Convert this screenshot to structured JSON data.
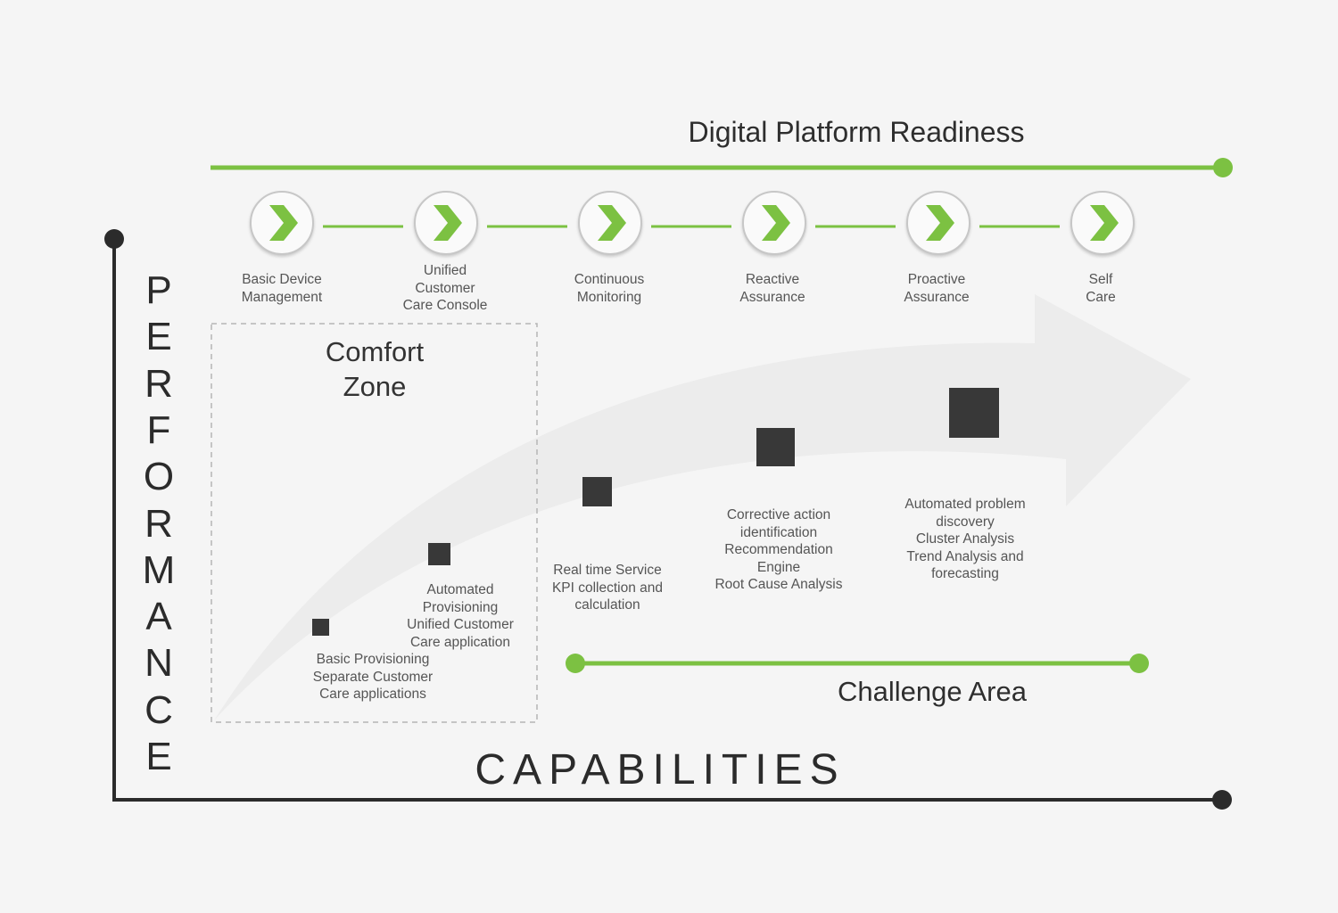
{
  "colors": {
    "accent_green": "#7cc142",
    "axis": "#2b2b2b",
    "square": "#383838",
    "dashed_border": "#b5b5b5",
    "arrow_fill": "#ececec"
  },
  "header": {
    "title": "Digital Platform Readiness"
  },
  "steps": [
    {
      "label": "Basic Device\nManagement",
      "icon": "chevron-right-icon"
    },
    {
      "label": "Unified\nCustomer\nCare Console",
      "icon": "chevron-right-icon"
    },
    {
      "label": "Continuous\nMonitoring",
      "icon": "chevron-right-icon"
    },
    {
      "label": "Reactive\nAssurance",
      "icon": "chevron-right-icon"
    },
    {
      "label": "Proactive\nAssurance",
      "icon": "chevron-right-icon"
    },
    {
      "label": "Self\nCare",
      "icon": "chevron-right-icon"
    }
  ],
  "comfort_zone": {
    "title": "Comfort\nZone"
  },
  "capability_items": [
    {
      "label": "Basic Provisioning\nSeparate Customer\nCare applications"
    },
    {
      "label": "Automated\nProvisioning\nUnified Customer\nCare application"
    },
    {
      "label": "Real time Service\nKPI collection and\ncalculation"
    },
    {
      "label": "Corrective action\nidentification\nRecommendation\nEngine\nRoot Cause Analysis"
    },
    {
      "label": "Automated problem\ndiscovery\nCluster Analysis\nTrend Analysis and\nforecasting"
    }
  ],
  "challenge_area": {
    "title": "Challenge Area"
  },
  "axes": {
    "x_label": "CAPABILITIES",
    "y_label": "PERFORMANCE"
  }
}
